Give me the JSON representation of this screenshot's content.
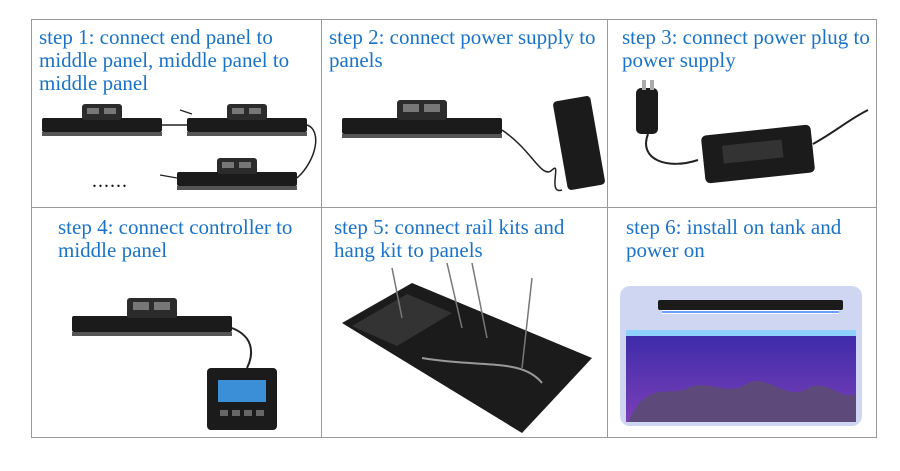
{
  "steps": [
    {
      "label": "step 1:",
      "text": "connect end panel to middle panel, middle panel to middle panel",
      "extra": "......"
    },
    {
      "label": "step 2:",
      "text": "connect power supply to panels"
    },
    {
      "label": "step 3:",
      "text": "connect power plug to power supply"
    },
    {
      "label": "step 4:",
      "text": "connect controller to middle panel"
    },
    {
      "label": "step 5:",
      "text": "connect rail kits and hang kit to panels"
    },
    {
      "label": "step 6:",
      "text": "install on tank and power on"
    }
  ],
  "colors": {
    "caption": "#1a73c9",
    "border": "#9a9a9a",
    "fixture": "#1b1b1b"
  }
}
